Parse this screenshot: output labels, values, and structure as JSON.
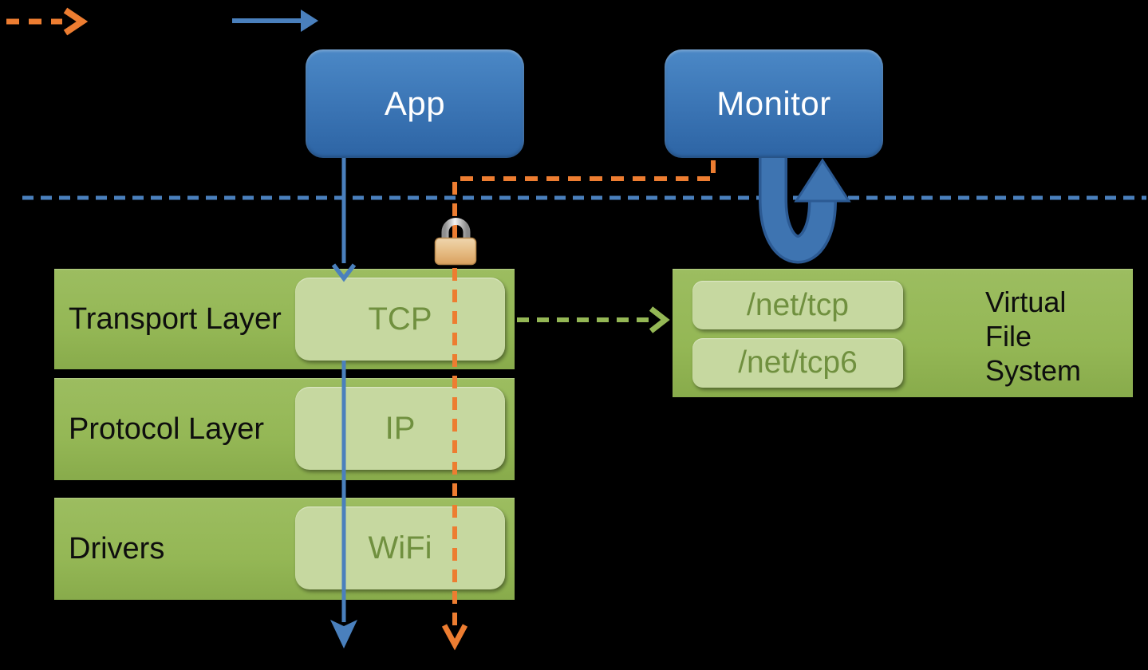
{
  "colors": {
    "background": "#000000",
    "blue": "#4a80bd",
    "blue-mid": "#3e74b1",
    "blue-dark": "#2c5a93",
    "node-top": "#4b88c6",
    "node-bottom": "#2d64a4",
    "node-text": "#ffffff",
    "orange": "#ed7d31",
    "green": "#94b755",
    "green-light": "#c6d8a0",
    "green-dark": "#70903f",
    "label-dark": "#0e0e0e"
  },
  "nodes": {
    "app": "App",
    "monitor": "Monitor"
  },
  "layers": [
    {
      "label": "Transport Layer",
      "component": "TCP"
    },
    {
      "label": "Protocol Layer",
      "component": "IP"
    },
    {
      "label": "Drivers",
      "component": "WiFi"
    }
  ],
  "vfs": {
    "title_lines": [
      "Virtual",
      "File",
      "System"
    ],
    "entries": [
      "/net/tcp",
      "/net/tcp6"
    ]
  },
  "icons": {
    "legend_dashed": "orange-dashed-arrow",
    "legend_solid": "blue-solid-arrow",
    "lock": "padlock"
  }
}
